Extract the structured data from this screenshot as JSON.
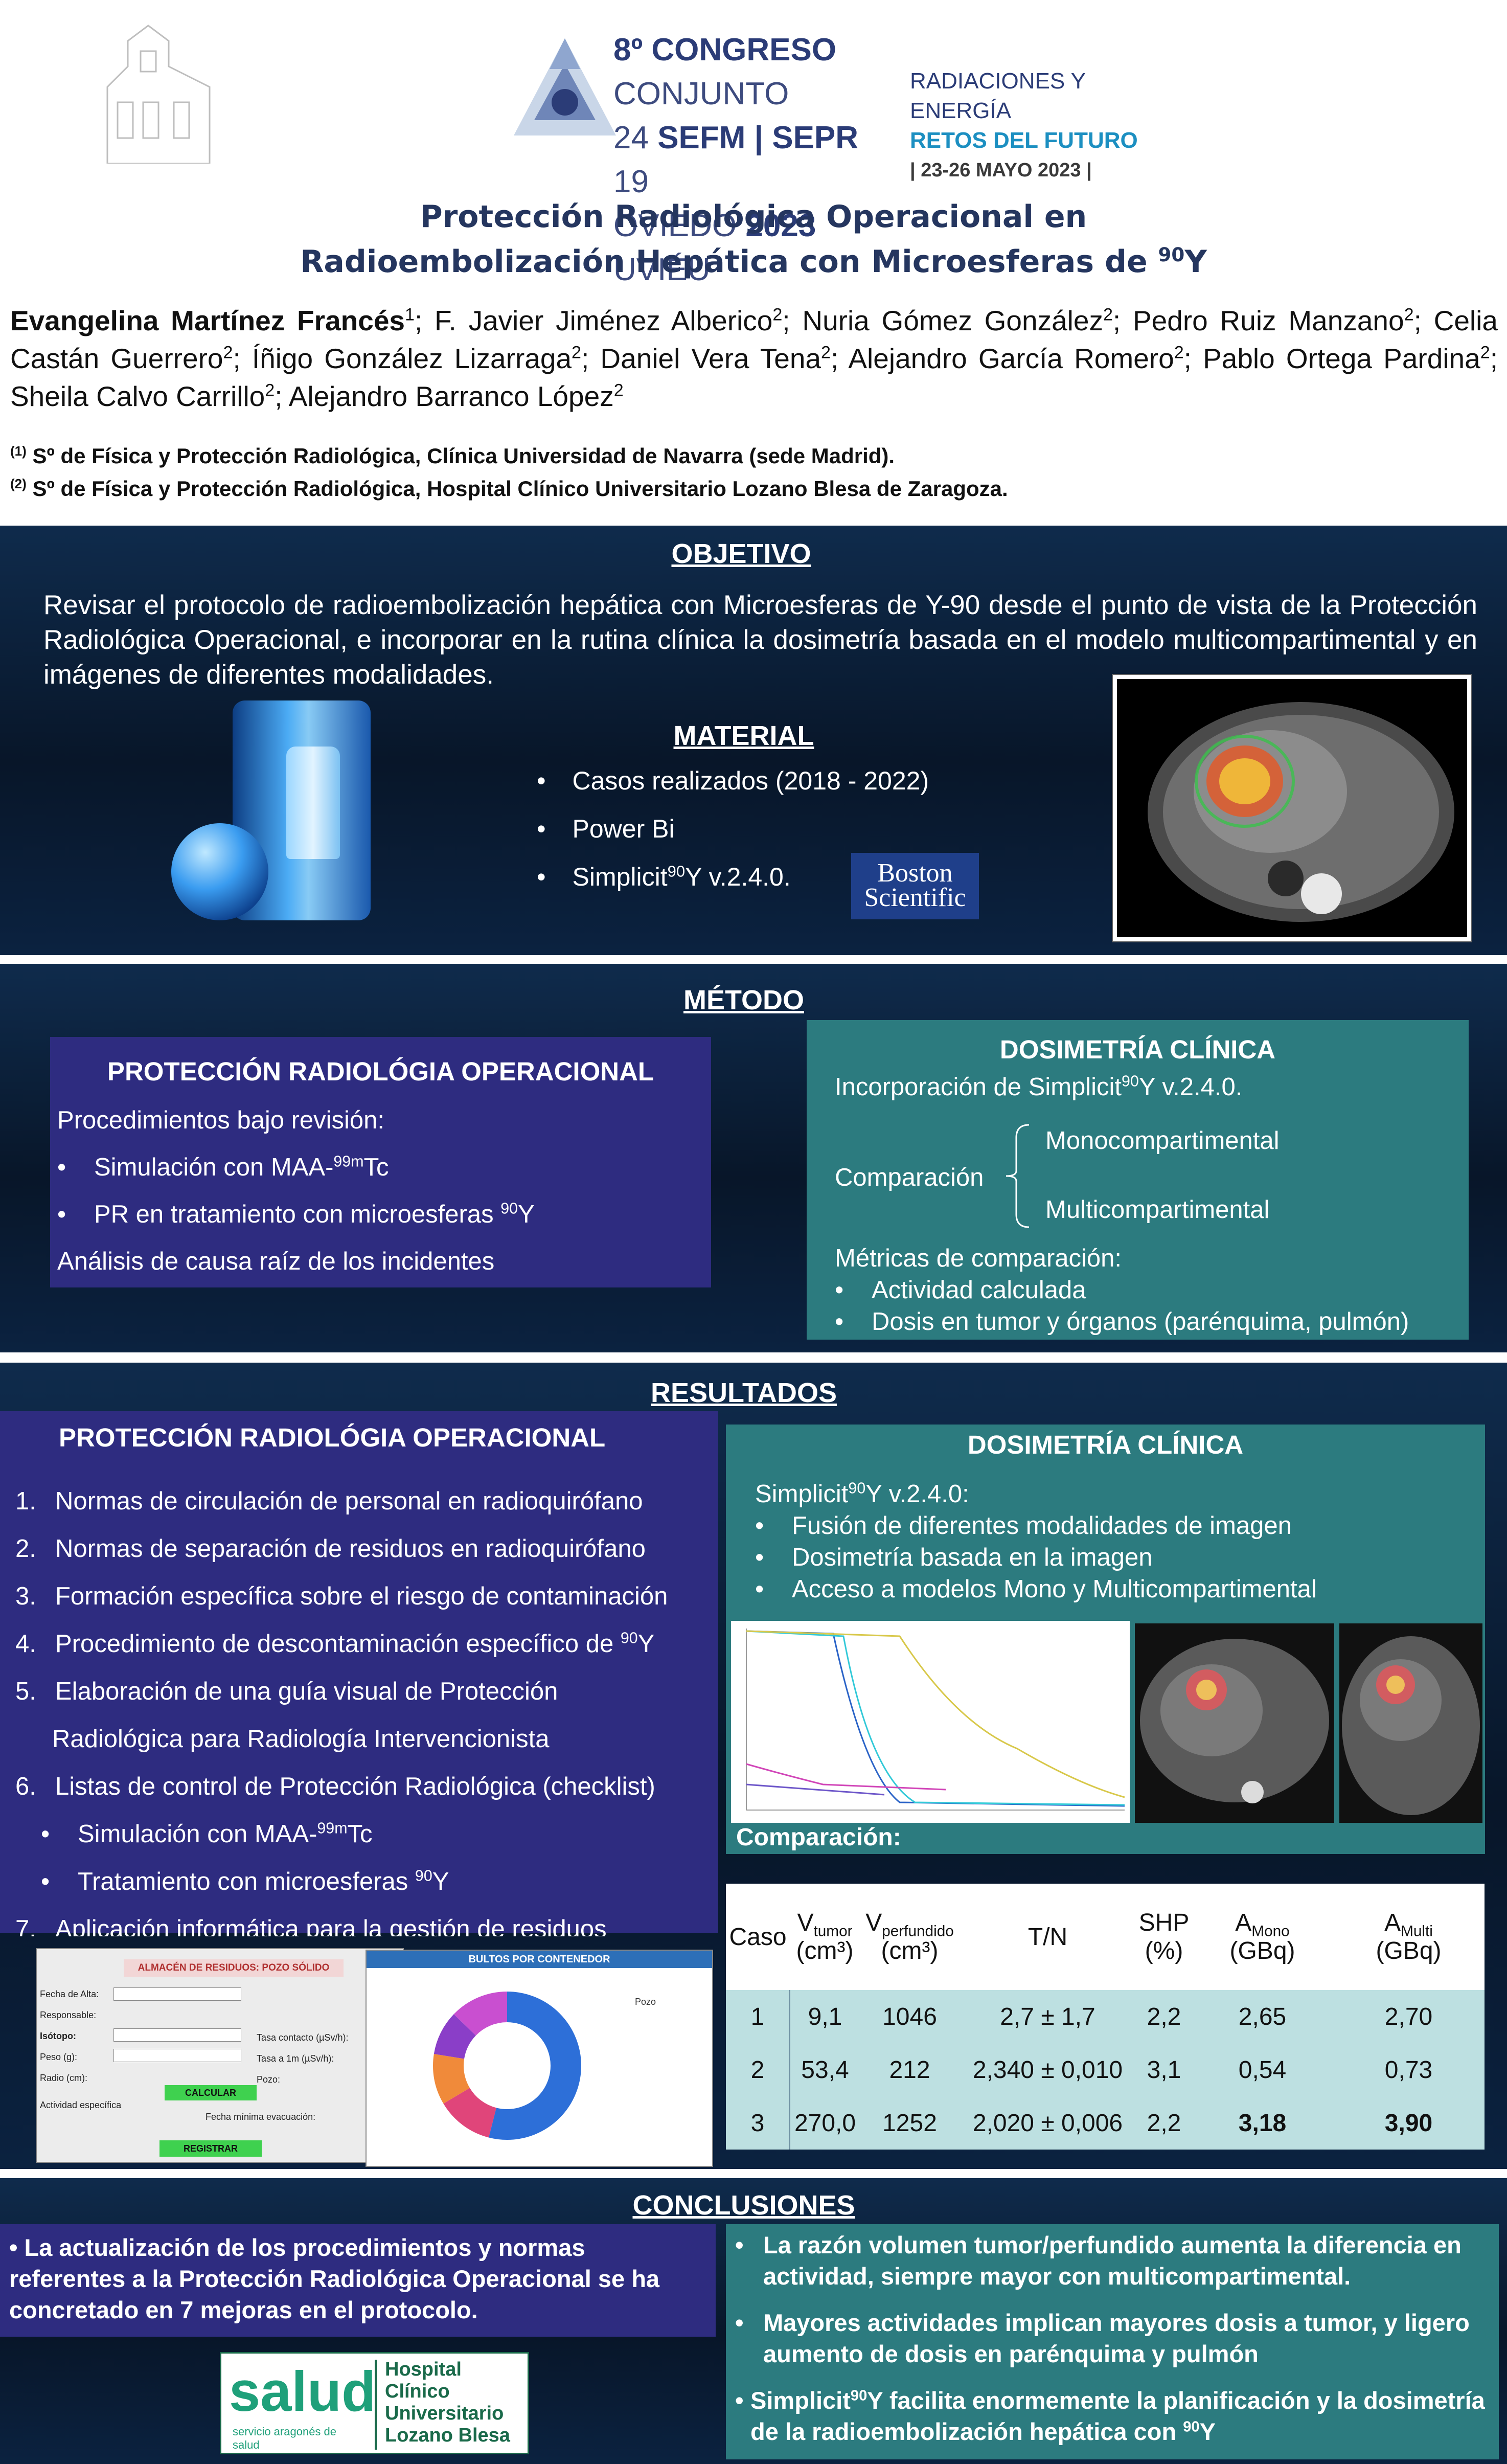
{
  "header": {
    "congress_line1_a": "8º CONGRESO",
    "congress_line1_b": "CONJUNTO",
    "congress_line2_a": "24",
    "congress_line2_b": "SEFM | SEPR",
    "congress_line2_c": "19",
    "congress_line3_a": "OVIEDO",
    "congress_line3_b": "2023",
    "congress_line3_c": "UVIÉU",
    "tagline1": "RADIACIONES Y ENERGÍA",
    "tagline2": "RETOS DEL FUTURO",
    "dates": "| 23-26 MAYO 2023 |"
  },
  "title": {
    "line1": "Protección Radiológica Operacional en",
    "line2_prefix": "Radioembolización Hepática con Microesferas de ",
    "line2_sup": "90",
    "line2_suffix": "Y"
  },
  "authors": {
    "first_author": "Evangelina Martínez Francés",
    "rest": [
      {
        "name": "; F. Javier Jiménez Alberico",
        "sup": "2"
      },
      {
        "name": "; Nuria Gómez González",
        "sup": "2"
      },
      {
        "name": "; Pedro Ruiz Manzano",
        "sup": "2"
      },
      {
        "name": "; Celia Castán Guerrero",
        "sup": "2"
      },
      {
        "name": "; Íñigo González Lizarraga",
        "sup": "2"
      },
      {
        "name": "; Daniel Vera Tena",
        "sup": "2"
      },
      {
        "name": "; Alejandro García Romero",
        "sup": "2"
      },
      {
        "name": "; Pablo Ortega Pardina",
        "sup": "2"
      },
      {
        "name": "; Sheila Calvo Carrillo",
        "sup": "2"
      },
      {
        "name": "; Alejandro Barranco López",
        "sup": "2"
      }
    ],
    "first_sup": "1"
  },
  "affiliations": [
    {
      "sup": "(1)",
      "text": "Sº de Física y Protección Radiológica, Clínica Universidad de Navarra (sede Madrid)."
    },
    {
      "sup": "(2)",
      "text": "Sº de Física y Protección Radiológica, Hospital Clínico Universitario Lozano Blesa de Zaragoza."
    }
  ],
  "objetivo": {
    "heading": "OBJETIVO",
    "text": "Revisar el protocolo de radioembolización hepática con Microesferas de Y-90 desde el punto de vista de la Protección Radiológica Operacional, e incorporar en la rutina clínica la dosimetría basada en el modelo multicompartimental y en imágenes de diferentes modalidades."
  },
  "material": {
    "heading": "MATERIAL",
    "items": [
      "Casos realizados  (2018 - 2022)",
      "Power Bi"
    ],
    "item3_prefix": "Simplicit",
    "item3_sup": "90",
    "item3_suffix": "Y v.2.4.0.",
    "logo_line1": "Boston",
    "logo_line2": "Scientific"
  },
  "metodo": {
    "heading": "MÉTODO",
    "left_title": "PROTECCIÓN RADIOLÓGIA OPERACIONAL",
    "left_intro": "Procedimientos bajo revisión:",
    "left_item1_prefix": "Simulación con MAA-",
    "left_item1_sup": "99m",
    "left_item1_suffix": "Tc",
    "left_item2_prefix": "PR en tratamiento con microesferas ",
    "left_item2_sup": "90",
    "left_item2_suffix": "Y",
    "left_footer": "Análisis de causa raíz de los incidentes",
    "right_title": "DOSIMETRÍA CLÍNICA",
    "right_intro_prefix": "Incorporación de Simplicit",
    "right_intro_sup": "90",
    "right_intro_suffix": "Y v.2.4.0.",
    "comparison_label": "Comparación",
    "comparison_opt1": "Monocompartimental",
    "comparison_opt2": "Multicompartimental",
    "metrics_label": "Métricas de comparación:",
    "metrics": [
      "Actividad calculada",
      "Dosis en tumor y órganos (parénquima, pulmón)"
    ]
  },
  "resultados": {
    "heading": "RESULTADOS",
    "left_title": "PROTECCIÓN RADIOLÓGIA OPERACIONAL",
    "items": [
      {
        "n": "1.",
        "text": "Normas de circulación de personal en radioquirófano"
      },
      {
        "n": "2.",
        "text": "Normas de separación de residuos en radioquirófano"
      },
      {
        "n": "3.",
        "text": "Formación específica sobre el riesgo de contaminación"
      }
    ],
    "item4_prefix": "Procedimiento de descontaminación específico de ",
    "item4_sup": "90",
    "item4_suffix": "Y",
    "item5_line1": "Elaboración de una guía visual de  Protección",
    "item5_line2": "Radiológica para Radiología Intervencionista",
    "item6": "Listas de control de Protección Radiológica (checklist)",
    "item6_sub1_prefix": "Simulación con MAA-",
    "item6_sub1_sup": "99m",
    "item6_sub1_suffix": "Tc",
    "item6_sub2_prefix": "Tratamiento con microesferas ",
    "item6_sub2_sup": "90",
    "item6_sub2_suffix": "Y",
    "item7": "Aplicación informática para la gestión de residuos",
    "right_title": "DOSIMETRÍA CLÍNICA",
    "right_intro_prefix": "Simplicit",
    "right_intro_sup": "90",
    "right_intro_suffix": "Y v.2.4.0:",
    "right_items": [
      "Fusión de diferentes modalidades de imagen",
      "Dosimetría basada en la imagen",
      "Acceso a modelos Mono y Multicompartimental"
    ],
    "comparison_label": "Comparación:",
    "form_title": "ALMACÉN DE RESIDUOS: POZO SÓLIDO",
    "form_fields": [
      "Fecha de Alta:",
      "Responsable:",
      "Isótopo:",
      "Peso (g):",
      "Radio (cm):",
      "Actividad específica"
    ],
    "form_fields_right": [
      "Tasa contacto (µSv/h):",
      "Tasa a 1m (µSv/h):",
      "Pozo:",
      "Fecha mínima evacuación:"
    ],
    "form_btn1": "CALCULAR",
    "form_btn2": "REGISTRAR",
    "donut_title": "BULTOS POR CONTENEDOR",
    "donut_legend_title": "Pozo"
  },
  "table": {
    "headers": [
      {
        "main": "Caso",
        "sub": ""
      },
      {
        "main": "V",
        "sub": "tumor",
        "unit": "(cm³)"
      },
      {
        "main": "V",
        "sub": "perfundido",
        "unit": "(cm³)"
      },
      {
        "main": "T/N",
        "sub": ""
      },
      {
        "main": "SHP",
        "sub": "",
        "unit": "(%)"
      },
      {
        "main": "A",
        "sub": "Mono",
        "unit": "(GBq)"
      },
      {
        "main": "A",
        "sub": "Multi",
        "unit": "(GBq)"
      }
    ],
    "rows": [
      [
        "1",
        "9,1",
        "1046",
        "2,7 ± 1,7",
        "2,2",
        "2,65",
        "2,70"
      ],
      [
        "2",
        "53,4",
        "212",
        "2,340 ± 0,010",
        "3,1",
        "0,54",
        "0,73"
      ],
      [
        "3",
        "270,0",
        "1252",
        "2,020 ± 0,006",
        "2,2",
        "3,18",
        "3,90"
      ]
    ]
  },
  "conclusiones": {
    "heading": "CONCLUSIONES",
    "left": "• La actualización de los procedimientos y normas referentes a la Protección Radiológica Operacional se ha concretado en 7 mejoras en el protocolo.",
    "right1": "La razón volumen tumor/perfundido aumenta la diferencia en actividad, siempre mayor con multicompartimental.",
    "right2": "Mayores actividades implican mayores dosis a tumor, y ligero aumento de dosis en parénquima y pulmón",
    "right3_prefix": "Simplicit",
    "right3_sup": "90",
    "right3_mid": "Y facilita enormemente la planificación y la dosimetría de la radioembolización hepática con ",
    "right3_sup2": "90",
    "right3_suffix": "Y"
  },
  "logo": {
    "salud": "salud",
    "salud_sub": "servicio aragonés de salud",
    "hospital": [
      "Hospital",
      "Clínico",
      "Universitario",
      "Lozano Blesa"
    ]
  }
}
